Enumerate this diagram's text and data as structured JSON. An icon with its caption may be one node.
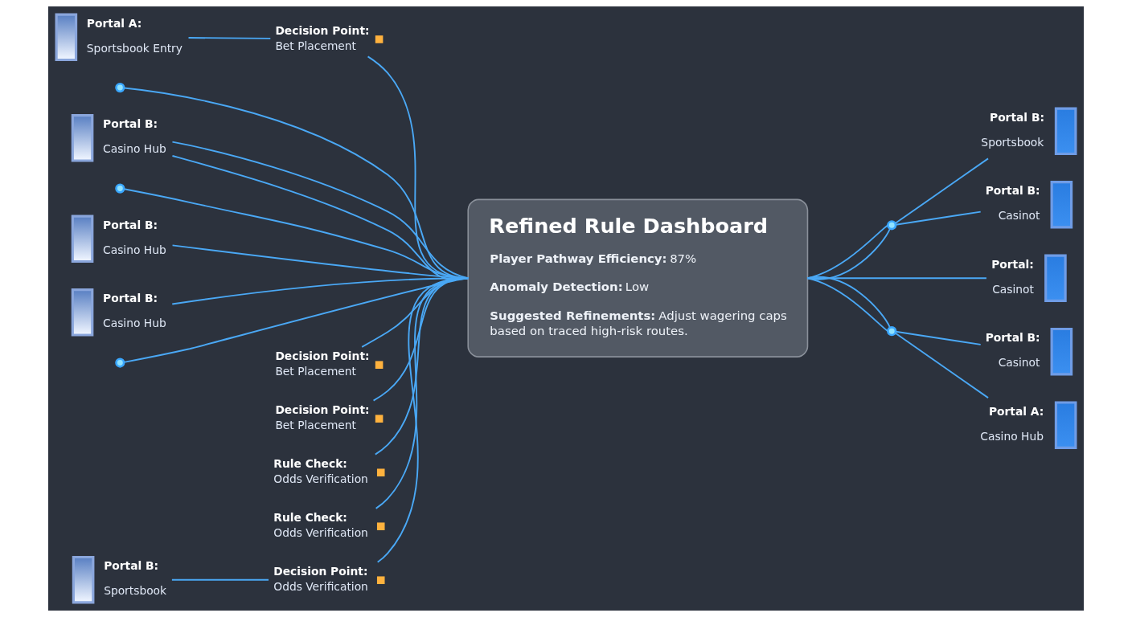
{
  "diagram": {
    "nodes": [
      {
        "text": [
          "Portal A:",
          "Sportsbook Entry"
        ]
      },
      {
        "text": [],
        "shape": "circle"
      },
      {
        "text": [
          "Portal B:",
          "Casino Hub"
        ]
      },
      {
        "text": [],
        "shape": "circle"
      },
      {
        "text": [
          "Portal B:",
          "Casino Hub"
        ]
      },
      {
        "text": [
          "Portal B:",
          "Casino Hub"
        ]
      },
      {
        "text": [],
        "shape": "circle"
      },
      {
        "text": [
          "Portal B:",
          "Sportsbook"
        ]
      },
      {
        "text": [
          "Decision Point:",
          "Bet Placement"
        ]
      },
      {
        "text": [
          "Decision Point:",
          "Bet Placement"
        ]
      },
      {
        "text": [
          "Decision Point:",
          "Bet Placement"
        ]
      },
      {
        "text": [
          "Rule Check:",
          "Odds Verification"
        ]
      },
      {
        "text": [
          "Rule Check:",
          "Odds Verification"
        ]
      },
      {
        "text": [
          "Decision Point:",
          "Odds Verification"
        ]
      },
      {
        "text": [
          "Refined Rule Dashboard",
          "**Player Pathway Efficiency:** 87%",
          "**Anomaly Detection:** Low",
          "**Suggested Refinements:** Adjust wagering caps based on traced high-risk routes."
        ]
      },
      {
        "text": [],
        "shape": "circle"
      },
      {
        "text": [
          "Portal B:",
          "Sportsbook"
        ]
      },
      {
        "text": [
          "Portal B:",
          "Casinot"
        ]
      },
      {
        "text": [
          "Portal:",
          "Casinot"
        ]
      },
      {
        "text": [],
        "shape": "circle"
      },
      {
        "text": [
          "Portal B:",
          "Casinot"
        ]
      },
      {
        "text": [
          "Portal A:",
          "Casino Hub"
        ]
      }
    ],
    "edges": [
      {
        "from": 0,
        "to": 9,
        "arrow": "none"
      },
      {
        "from": 9,
        "to": 14,
        "arrow": "none"
      },
      {
        "from": 1,
        "to": 14,
        "arrow": "none"
      },
      {
        "from": 2,
        "to": 14,
        "arrow": "none"
      },
      {
        "from": 2,
        "to": 14,
        "arrow": "none"
      },
      {
        "from": 3,
        "to": 14,
        "arrow": "none"
      },
      {
        "from": 8,
        "to": 14,
        "arrow": "none"
      },
      {
        "from": 10,
        "to": 14,
        "arrow": "none"
      },
      {
        "from": 4,
        "to": 14,
        "arrow": "none"
      },
      {
        "from": 11,
        "to": 14,
        "arrow": "none"
      },
      {
        "from": 5,
        "to": 14,
        "arrow": "none"
      },
      {
        "from": 6,
        "to": 14,
        "arrow": "none"
      },
      {
        "from": 7,
        "to": 13,
        "arrow": "none"
      },
      {
        "from": 13,
        "to": 14,
        "arrow": "none"
      },
      {
        "from": 12,
        "to": 14,
        "arrow": "none"
      },
      {
        "from": 14,
        "to": 15,
        "arrow": "none"
      },
      {
        "from": 14,
        "to": 15,
        "arrow": "none"
      },
      {
        "from": 15,
        "to": 16,
        "arrow": "none"
      },
      {
        "from": 15,
        "to": 17,
        "arrow": "none"
      },
      {
        "from": 14,
        "to": 18,
        "arrow": "none"
      },
      {
        "from": 14,
        "to": 19,
        "arrow": "none"
      },
      {
        "from": 14,
        "to": 19,
        "arrow": "none"
      },
      {
        "from": 19,
        "to": 20,
        "arrow": "none"
      },
      {
        "from": 19,
        "to": 21,
        "arrow": "none"
      }
    ]
  }
}
